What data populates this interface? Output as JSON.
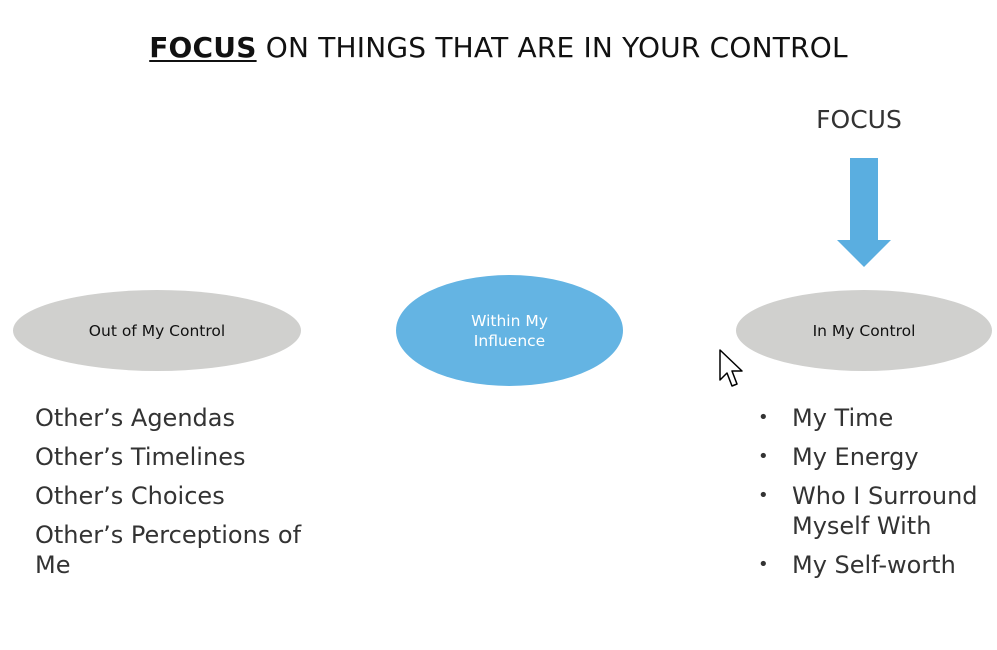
{
  "title": {
    "emphasis": "FOCUS",
    "rest": " ON THINGS THAT ARE IN YOUR CONTROL"
  },
  "focus_label": "FOCUS",
  "arrow_icon": "down-arrow",
  "colors": {
    "accent_blue": "#64b4e3",
    "oval_grey": "#d0d0ce",
    "text": "#333333"
  },
  "circles": {
    "out": "Out of My Control",
    "within": "Within My Influence",
    "in": "In My Control"
  },
  "out_items": [
    "Other’s Agendas",
    "Other’s Timelines",
    "Other’s Choices",
    "Other’s Perceptions of Me"
  ],
  "in_items": [
    "My Time",
    "My Energy",
    "Who I Surround Myself With",
    "My Self-worth"
  ],
  "bullet_symbol": "•"
}
